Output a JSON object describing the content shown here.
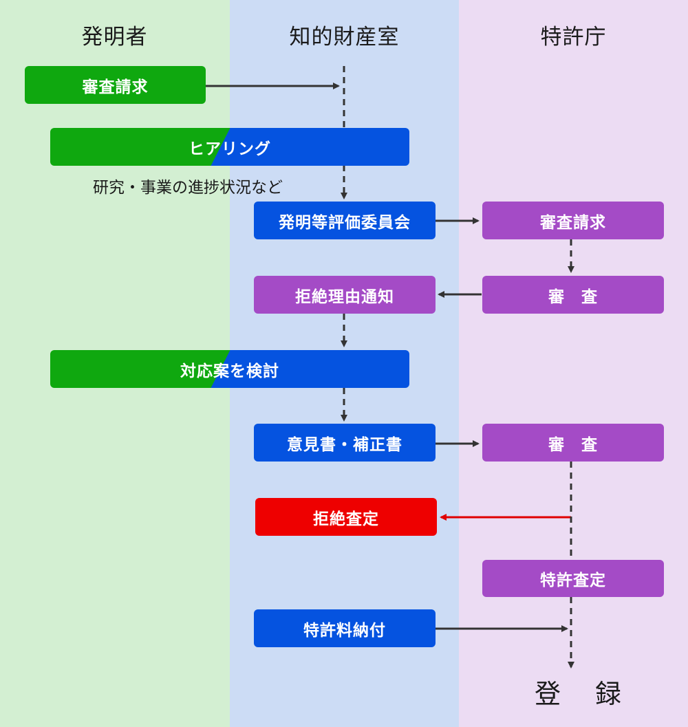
{
  "lanes": {
    "inventor": "発明者",
    "ip_office": "知的財産室",
    "patent_office": "特許庁"
  },
  "boxes": {
    "exam_request_inventor": "審査請求",
    "hearing": "ヒアリング",
    "evaluation_committee": "発明等評価委員会",
    "exam_request_jpo": "審査請求",
    "examination_1": "審　査",
    "rejection_notice": "拒絶理由通知",
    "consider_response": "対応案を検討",
    "opinion_amendment": "意見書・補正書",
    "examination_2": "審　査",
    "final_rejection": "拒絶査定",
    "patent_decision": "特許査定",
    "patent_fee_payment": "特許料納付"
  },
  "notes": {
    "hearing_note": "研究・事業の進捗状況など"
  },
  "terminal": {
    "registration": "登　録"
  },
  "colors": {
    "inventor_lane": "#d3efd2",
    "ip_lane": "#ccdcf5",
    "jpo_lane": "#ecdcf3",
    "inventor_box": "#0fa80f",
    "ip_box": "#0553e0",
    "jpo_box": "#a44bc6",
    "rejection_box": "#ee0000",
    "arrow": "#333333",
    "rejection_arrow": "#e00000"
  }
}
